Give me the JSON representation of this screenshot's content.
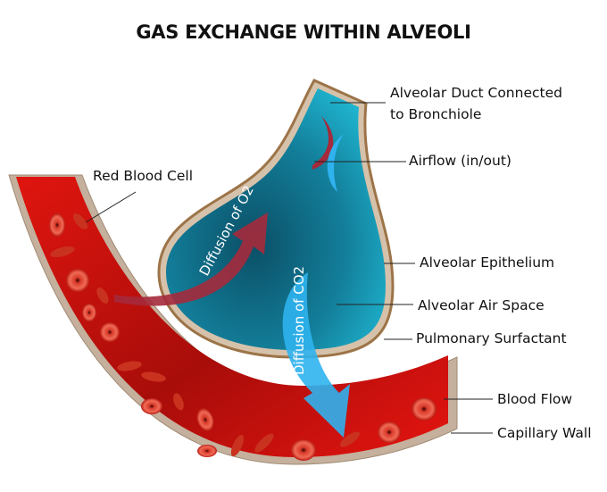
{
  "title": "GAS EXCHANGE WITHIN ALVEOLI",
  "labels": {
    "duct_line1": "Alveolar Duct Connected",
    "duct_line2": "to Bronchiole",
    "airflow": "Airflow (in/out)",
    "red_blood_cell": "Red Blood Cell",
    "epithelium": "Alveolar Epithelium",
    "air_space": "Alveolar Air Space",
    "surfactant": "Pulmonary Surfactant",
    "blood_flow": "Blood Flow",
    "capillary_wall": "Capillary Wall"
  },
  "arrows": {
    "o2": "Diffusion of O2",
    "co2": "Diffusion of CO2"
  },
  "colors": {
    "blood": "#d40d0a",
    "blood_dark": "#8e0b08",
    "alveolus": "#1aa7c4",
    "alveolus_dark": "#0c5f78",
    "wall": "#c7b29c",
    "o2_arrow": "#a52a3c",
    "co2_arrow": "#2fb2ee"
  }
}
